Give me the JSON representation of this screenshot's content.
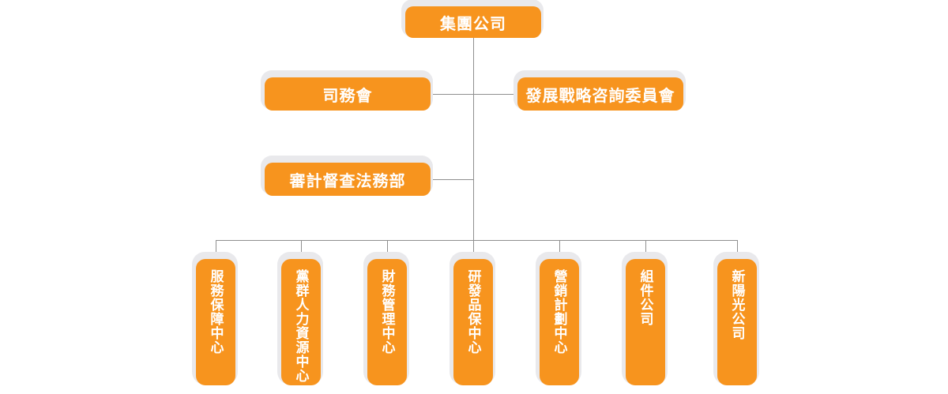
{
  "colors": {
    "node_fill": "#F7941E",
    "node_text": "#FFFFFF",
    "node_shadow": "#E9E9EC",
    "connector": "#8F8F8F",
    "background": "#FFFFFF"
  },
  "org_chart": {
    "type": "organization-chart",
    "root": {
      "label": "集團公司"
    },
    "committees": [
      {
        "label": "司務會"
      },
      {
        "label": "發展戰略咨詢委員會"
      }
    ],
    "staff_departments": [
      {
        "label": "審計督查法務部"
      }
    ],
    "departments": [
      {
        "label": "服務保障中心"
      },
      {
        "label": "黨群人力資源中心"
      },
      {
        "label": "財務管理中心"
      },
      {
        "label": "研發品保中心"
      },
      {
        "label": "營銷計劃中心"
      },
      {
        "label": "組件公司"
      },
      {
        "label": "新陽光公司"
      }
    ]
  }
}
